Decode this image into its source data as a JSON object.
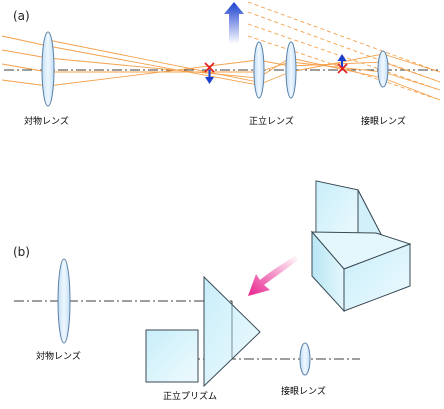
{
  "panels": [
    {
      "id": "a",
      "label": "(a)",
      "lenses": [
        {
          "name": "objective",
          "label": "対物レンズ"
        },
        {
          "name": "erecting",
          "label": "正立レンズ"
        },
        {
          "name": "eyepiece",
          "label": "接眼レンズ"
        }
      ]
    },
    {
      "id": "b",
      "label": "(b)",
      "elements": [
        {
          "name": "objective",
          "label": "対物レンズ"
        },
        {
          "name": "erecting-prism",
          "label": "正立プリズム"
        },
        {
          "name": "eyepiece",
          "label": "接眼レンズ"
        }
      ]
    }
  ],
  "colors": {
    "ray": "#f5a04a",
    "lens_fill": "#d8ecfa",
    "lens_stroke": "#5a7fa8",
    "axis": "#000000",
    "image_arrow": "#1a3fd0",
    "image_cross": "#e02020",
    "prism_fill": "#d4f2fb",
    "prism_stroke": "#3a4a55",
    "rotate_arrow": "#e8228c"
  },
  "icons": [
    "upright-arrow-icon",
    "cross-mark-icon",
    "curved-arrow-icon"
  ]
}
